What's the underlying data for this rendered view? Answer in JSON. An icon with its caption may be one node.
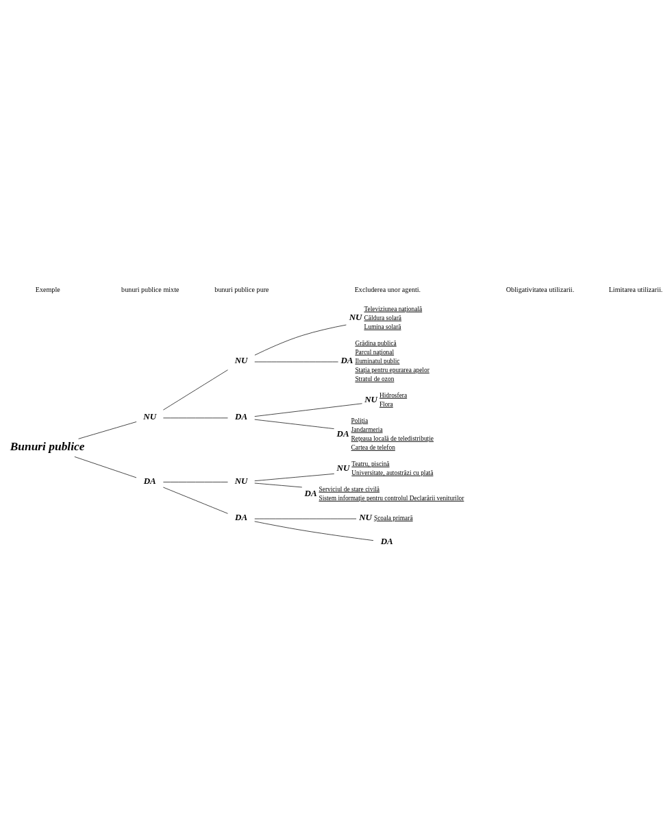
{
  "diagram": {
    "nodes": [
      {
        "text": [
          "Bunuri publice"
        ]
      },
      {
        "text": [
          "NU"
        ]
      },
      {
        "text": [
          "NU"
        ]
      },
      {
        "text": [
          "NU"
        ],
        "beside": [
          "Televiziunea națională",
          "Căldura solară",
          "Lumina solară"
        ]
      },
      {
        "text": [
          "DA"
        ],
        "beside": [
          "Grădina publică",
          "Parcul național",
          "Iluminatul public",
          "Stația pentru epurarea apelor",
          "Stratul de ozon"
        ]
      },
      {
        "text": [
          "DA"
        ]
      },
      {
        "text": [
          "NU"
        ],
        "beside": [
          "Hidrosfera",
          "Flora"
        ]
      },
      {
        "text": [
          "DA"
        ],
        "beside": [
          "Poliția",
          "Jandarmeria",
          "Rețeaua locală de teledistribuție",
          "Cartea de telefon"
        ]
      },
      {
        "text": [
          "DA"
        ]
      },
      {
        "text": [
          "NU"
        ]
      },
      {
        "text": [
          "NU"
        ],
        "beside": [
          "Teatru, piscină",
          "Universitate, autostrăzi cu plată"
        ]
      },
      {
        "text": [
          "DA"
        ],
        "beside": [
          "Serviciul de stare civilă",
          "Sistem informație pentru controlul Declarării veniturilor"
        ]
      },
      {
        "text": [
          "DA"
        ]
      },
      {
        "text": [
          "NU"
        ],
        "beside": [
          "Școala primară"
        ]
      },
      {
        "text": [
          "DA"
        ]
      }
    ],
    "edges": [
      {
        "from": 0,
        "to": 1,
        "arrow": "none"
      },
      {
        "from": 0,
        "to": 8,
        "arrow": "none"
      },
      {
        "from": 1,
        "to": 2,
        "arrow": "none"
      },
      {
        "from": 1,
        "to": 5,
        "arrow": "none"
      },
      {
        "from": 2,
        "to": 3,
        "arrow": "none"
      },
      {
        "from": 2,
        "to": 4,
        "arrow": "none"
      },
      {
        "from": 5,
        "to": 6,
        "arrow": "none"
      },
      {
        "from": 5,
        "to": 7,
        "arrow": "none"
      },
      {
        "from": 8,
        "to": 9,
        "arrow": "none"
      },
      {
        "from": 8,
        "to": 12,
        "arrow": "none"
      },
      {
        "from": 9,
        "to": 10,
        "arrow": "none"
      },
      {
        "from": 9,
        "to": 11,
        "arrow": "none"
      },
      {
        "from": 12,
        "to": 13,
        "arrow": "none"
      },
      {
        "from": 12,
        "to": 14,
        "arrow": "none"
      }
    ],
    "labels": [
      "Exemple",
      "bunuri publice mixte",
      "bunuri publice pure",
      "Excluderea unor agenti.",
      "Obligativitatea utilizarii.",
      "Limitarea utilizarii."
    ]
  }
}
